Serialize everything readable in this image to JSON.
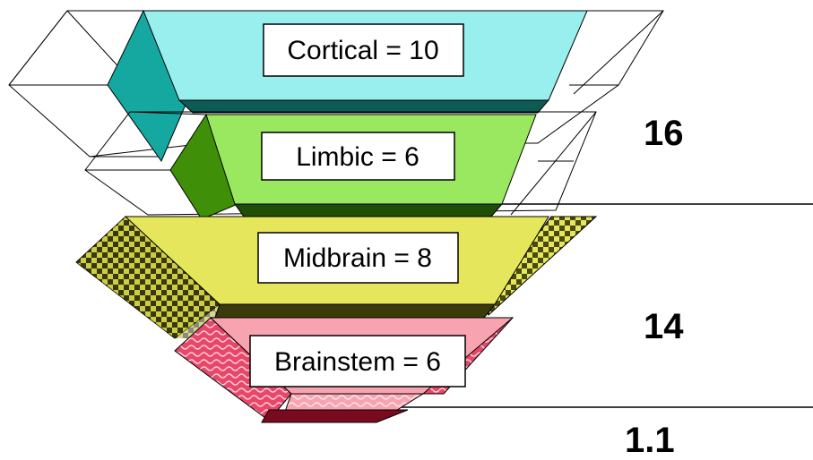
{
  "layers": [
    {
      "id": "cortical",
      "label": "Cortical = 10",
      "value": 10,
      "color": "#99eeee",
      "side_color": "#15a8a0",
      "shade": "#0e5a55"
    },
    {
      "id": "limbic",
      "label": "Limbic = 6",
      "value": 6,
      "color": "#9ae860",
      "side_color": "#3f8f08",
      "shade": "#1f4f05"
    },
    {
      "id": "midbrain",
      "label": "Midbrain = 8",
      "value": 8,
      "color": "#e6e65c",
      "side_color": "#6b6b10",
      "shade": "#3a3a0a"
    },
    {
      "id": "brainstem",
      "label": "Brainstem = 6",
      "value": 6,
      "color": "#f7a3b0",
      "side_color": "#d83a5a",
      "shade": "#7a0b1e"
    }
  ],
  "side_numbers": [
    "16",
    "14",
    "1.1"
  ],
  "colors": {
    "outline": "#000000",
    "background": "#ffffff"
  }
}
